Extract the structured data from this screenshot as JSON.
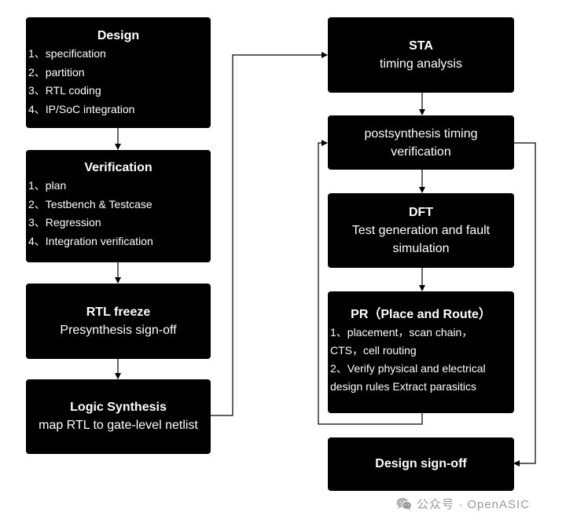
{
  "design": {
    "title": "Design",
    "items": [
      "1、specification",
      "2、partition",
      "3、RTL coding",
      "4、IP/SoC integration"
    ]
  },
  "verification": {
    "title": "Verification",
    "items": [
      "1、plan",
      "2、Testbench & Testcase",
      "3、Regression",
      "4、Integration verification"
    ]
  },
  "rtl_freeze": {
    "title": "RTL freeze",
    "subtitle": "Presynthesis sign-off"
  },
  "logic_synthesis": {
    "title": "Logic Synthesis",
    "subtitle": "map RTL to gate-level netlist"
  },
  "sta": {
    "title": "STA",
    "subtitle": "timing analysis"
  },
  "postsynthesis": {
    "line1": "postsynthesis timing",
    "line2": "verification"
  },
  "dft": {
    "title": "DFT",
    "line1": "Test generation and fault",
    "line2": "simulation"
  },
  "pr": {
    "title": "PR（Place and Route）",
    "lines": [
      "1、placement，scan chain，",
      "CTS，cell routing",
      "2、Verify physical and electrical",
      "design rules Extract parasitics"
    ]
  },
  "design_signoff": {
    "title": "Design sign-off"
  },
  "watermark": {
    "text": "公众号 · OpenASIC",
    "icon": "wechat-icon"
  }
}
